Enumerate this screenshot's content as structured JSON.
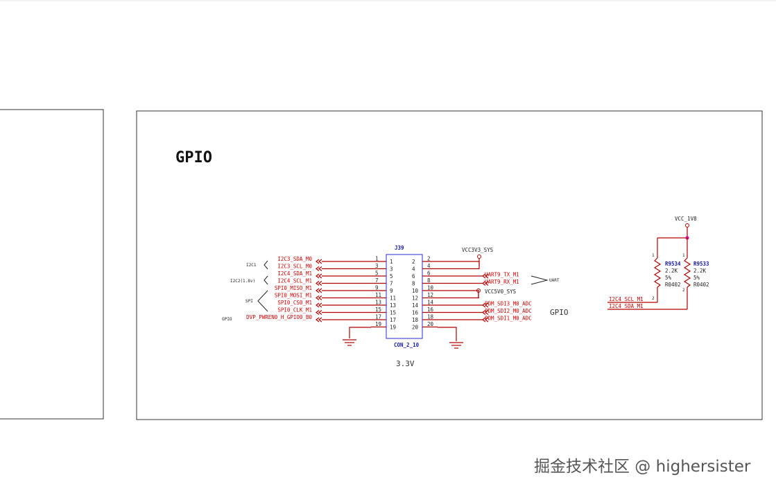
{
  "title": "GPIO",
  "connector": {
    "ref": "J39",
    "part": "CON_2_10",
    "voltage_note": "3.3V",
    "left_pins": [
      "1",
      "3",
      "5",
      "7",
      "9",
      "11",
      "13",
      "15",
      "17",
      "19"
    ],
    "right_pins": [
      "2",
      "4",
      "6",
      "8",
      "10",
      "12",
      "14",
      "16",
      "18",
      "20"
    ],
    "inner_left": [
      "1",
      "3",
      "5",
      "7",
      "9",
      "11",
      "13",
      "15",
      "17",
      "19"
    ],
    "inner_right": [
      "2",
      "4",
      "6",
      "8",
      "10",
      "12",
      "14",
      "16",
      "18",
      "20"
    ]
  },
  "left_nets": [
    "I2C3_SDA_M0",
    "I2C3_SCL_M0",
    "I2C4_SDA_M1",
    "I2C4_SCL_M1",
    "SPI0_MISO_M1",
    "SPI0_MOSI_M1",
    "SPI0_CS0_M1",
    "SPI0_CLK_M1",
    "DVP_PWREN0_H_GPIO0_B0"
  ],
  "groups": {
    "i2c1": "I2C1",
    "i2c2": "I2C2(1.8v)",
    "spi": "SPI",
    "gpio": "GPIO",
    "uart": "UART"
  },
  "right_nets": {
    "vcc3v3": "VCC3V3_SYS",
    "uart_tx": "UART9_TX_M1",
    "uart_rx": "UART9_RX_M1",
    "vcc5v0": "VCC5V0_SYS",
    "pdm3": "PDM_SDI3_M0_ADC",
    "pdm2": "PDM_SDI2_M0_ADC",
    "pdm1": "PDM_SDI1_M0_ADC"
  },
  "gpio_side_label": "GPIO",
  "pullups": {
    "supply": "VCC_1V8",
    "r1": {
      "ref": "R9534",
      "value": "2.2K",
      "tol": "5%",
      "pkg": "R0402",
      "pin1": "1",
      "pin2": "2"
    },
    "r2": {
      "ref": "R9533",
      "value": "2.2K",
      "tol": "5%",
      "pkg": "R0402",
      "pin1": "1",
      "pin2": "2"
    },
    "scl": "I2C4_SCL_M1",
    "sda": "I2C4_SDA_M1"
  },
  "watermark": "掘金技术社区 @ highersister",
  "colors": {
    "net": "#cc0000",
    "ref": "#1a1aa0",
    "wire": "#b00000",
    "junction": "#d4008a"
  }
}
